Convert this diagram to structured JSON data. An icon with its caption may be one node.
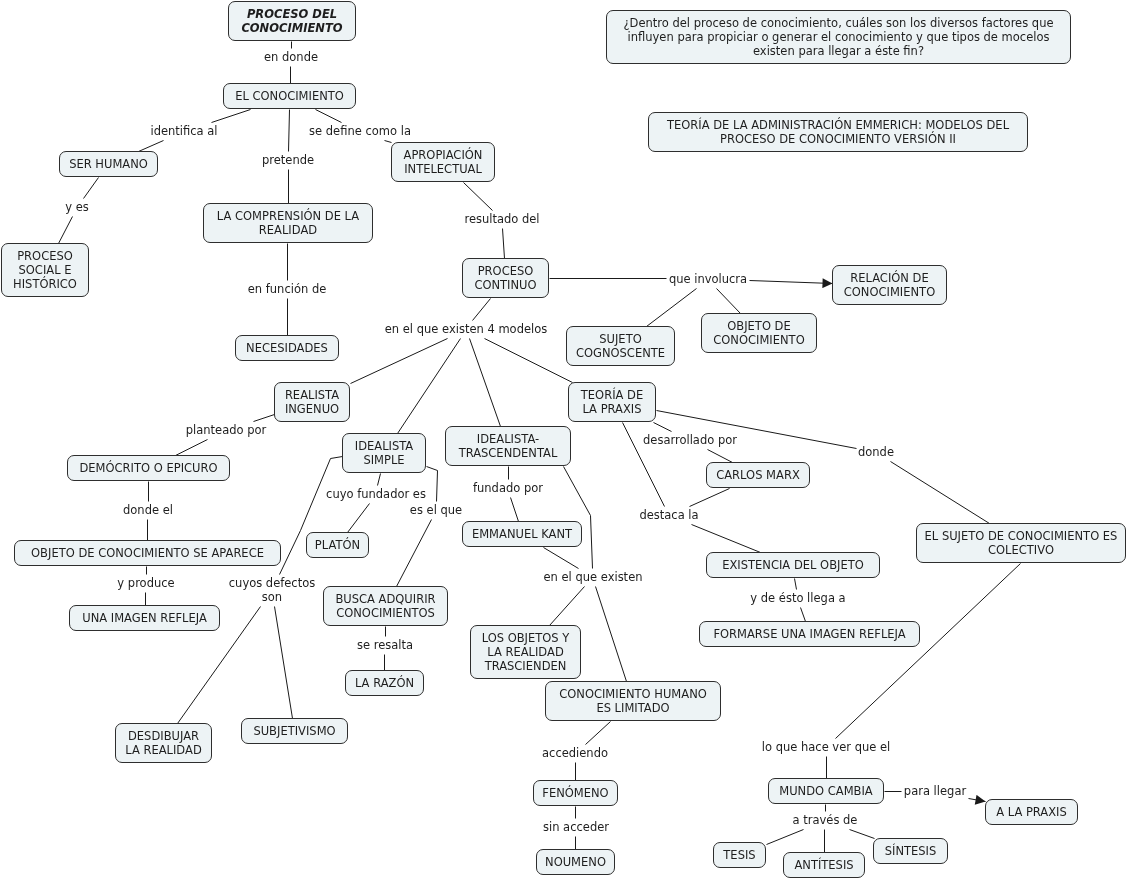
{
  "diagram": {
    "nodes": [
      {
        "text": [
          "PROCESO DEL CONOCIMIENTO"
        ]
      },
      {
        "text": [
          "en donde"
        ]
      },
      {
        "text": [
          "EL CONOCIMIENTO"
        ]
      },
      {
        "text": [
          "¿Dentro del proceso de conocimiento, cuáles son los diversos factores que influyen para propiciar o generar el conocimiento y que tipos de mocelos existen para llegar a éste fin?"
        ]
      },
      {
        "text": [
          "TEORÍA DE LA ADMINISTRACIÓN EMMERICH: MODELOS DEL PROCESO DE CONOCIMIENTO VERSIÓN II"
        ]
      },
      {
        "text": [
          "identifica al"
        ]
      },
      {
        "text": [
          "se define como la"
        ]
      },
      {
        "text": [
          "SER HUMANO"
        ]
      },
      {
        "text": [
          "pretende"
        ]
      },
      {
        "text": [
          "APROPIACIÓN INTELECTUAL"
        ]
      },
      {
        "text": [
          "y es"
        ]
      },
      {
        "text": [
          "LA COMPRENSIÓN DE LA REALIDAD"
        ]
      },
      {
        "text": [
          "resultado del"
        ]
      },
      {
        "text": [
          "PROCESO SOCIAL E HISTÓRICO"
        ]
      },
      {
        "text": [
          "PROCESO CONTINUO"
        ]
      },
      {
        "text": [
          "RELACIÓN DE CONOCIMIENTO"
        ]
      },
      {
        "text": [
          "que involucra"
        ]
      },
      {
        "text": [
          "en función de"
        ]
      },
      {
        "text": [
          "OBJETO DE CONOCIMIENTO"
        ]
      },
      {
        "text": [
          "en el que existen 4 modelos"
        ]
      },
      {
        "text": [
          "SUJETO COGNOSCENTE"
        ]
      },
      {
        "text": [
          "NECESIDADES"
        ]
      },
      {
        "text": [
          "REALISTA INGENUO"
        ]
      },
      {
        "text": [
          "TEORÍA DE LA PRAXIS"
        ]
      },
      {
        "text": [
          "IDEALISTA-TRASCENDENTAL"
        ]
      },
      {
        "text": [
          "planteado por"
        ]
      },
      {
        "text": [
          "IDEALISTA SIMPLE"
        ]
      },
      {
        "text": [
          "desarrollado por"
        ]
      },
      {
        "text": [
          "donde"
        ]
      },
      {
        "text": [
          "DEMÓCRITO O EPICURO"
        ]
      },
      {
        "text": [
          "CARLOS MARX"
        ]
      },
      {
        "text": [
          "fundado por"
        ]
      },
      {
        "text": [
          "cuyo fundador es"
        ]
      },
      {
        "text": [
          "donde el"
        ]
      },
      {
        "text": [
          "destaca la"
        ]
      },
      {
        "text": [
          "es el que"
        ]
      },
      {
        "text": [
          "EMMANUEL KANT"
        ]
      },
      {
        "text": [
          "EL SUJETO DE CONOCIMIENTO ES COLECTIVO"
        ]
      },
      {
        "text": [
          "PLATÓN"
        ]
      },
      {
        "text": [
          "OBJETO DE CONOCIMIENTO SE APARECE"
        ]
      },
      {
        "text": [
          "EXISTENCIA DEL OBJETO"
        ]
      },
      {
        "text": [
          "en el que existen"
        ]
      },
      {
        "text": [
          "y produce"
        ]
      },
      {
        "text": [
          "cuyos defectos son"
        ]
      },
      {
        "text": [
          "BUSCA ADQUIRIR CONOCIMIENTOS"
        ]
      },
      {
        "text": [
          "y de ésto llega a"
        ]
      },
      {
        "text": [
          "UNA IMAGEN REFLEJA"
        ]
      },
      {
        "text": [
          "FORMARSE UNA IMAGEN REFLEJA"
        ]
      },
      {
        "text": [
          "LOS OBJETOS Y LA REALIDAD TRASCIENDEN"
        ]
      },
      {
        "text": [
          "se resalta"
        ]
      },
      {
        "text": [
          "LA RAZÓN"
        ]
      },
      {
        "text": [
          "CONOCIMIENTO HUMANO ES LIMITADO"
        ]
      },
      {
        "text": [
          "SUBJETIVISMO"
        ]
      },
      {
        "text": [
          "DESDIBUJAR LA REALIDAD"
        ]
      },
      {
        "text": [
          "lo que hace ver que el"
        ]
      },
      {
        "text": [
          "accediendo"
        ]
      },
      {
        "text": [
          "MUNDO CAMBIA"
        ]
      },
      {
        "text": [
          "FENÓMENO"
        ]
      },
      {
        "text": [
          "para llegar"
        ]
      },
      {
        "text": [
          "A LA PRAXIS"
        ]
      },
      {
        "text": [
          "a través de"
        ]
      },
      {
        "text": [
          "sin acceder"
        ]
      },
      {
        "text": [
          "SÍNTESIS"
        ]
      },
      {
        "text": [
          "TESIS"
        ]
      },
      {
        "text": [
          "NOUMENO"
        ]
      },
      {
        "text": [
          "ANTÍTESIS"
        ]
      }
    ],
    "edges": [
      {
        "from": 0,
        "to": 1,
        "arrow": "none"
      },
      {
        "from": 1,
        "to": 2,
        "arrow": "none"
      },
      {
        "from": 2,
        "to": 5,
        "arrow": "none"
      },
      {
        "from": 5,
        "to": 7,
        "arrow": "none"
      },
      {
        "from": 2,
        "to": 8,
        "arrow": "none"
      },
      {
        "from": 8,
        "to": 11,
        "arrow": "none"
      },
      {
        "from": 2,
        "to": 6,
        "arrow": "none"
      },
      {
        "from": 6,
        "to": 9,
        "arrow": "none"
      },
      {
        "from": 7,
        "to": 10,
        "arrow": "none"
      },
      {
        "from": 10,
        "to": 13,
        "arrow": "none"
      },
      {
        "from": 11,
        "to": 17,
        "arrow": "none"
      },
      {
        "from": 17,
        "to": 21,
        "arrow": "none"
      },
      {
        "from": 9,
        "to": 12,
        "arrow": "none"
      },
      {
        "from": 12,
        "to": 14,
        "arrow": "none"
      },
      {
        "from": 14,
        "to": 16,
        "arrow": "none"
      },
      {
        "from": 16,
        "to": 15,
        "arrow": "to"
      },
      {
        "from": 16,
        "to": 20,
        "arrow": "none"
      },
      {
        "from": 16,
        "to": 18,
        "arrow": "none"
      },
      {
        "from": 14,
        "to": 19,
        "arrow": "none"
      },
      {
        "from": 19,
        "to": 22,
        "arrow": "none"
      },
      {
        "from": 19,
        "to": 26,
        "arrow": "none"
      },
      {
        "from": 19,
        "to": 24,
        "arrow": "none"
      },
      {
        "from": 19,
        "to": 23,
        "arrow": "none"
      },
      {
        "from": 22,
        "to": 25,
        "arrow": "none"
      },
      {
        "from": 25,
        "to": 29,
        "arrow": "none"
      },
      {
        "from": 29,
        "to": 33,
        "arrow": "none"
      },
      {
        "from": 33,
        "to": 39,
        "arrow": "none"
      },
      {
        "from": 39,
        "to": 42,
        "arrow": "none"
      },
      {
        "from": 42,
        "to": 46,
        "arrow": "none"
      },
      {
        "from": 26,
        "to": 32,
        "arrow": "none"
      },
      {
        "from": 32,
        "to": 38,
        "arrow": "none"
      },
      {
        "from": 26,
        "to": 43,
        "arrow": "none"
      },
      {
        "from": 26,
        "to": 35,
        "arrow": "none"
      },
      {
        "from": 35,
        "to": 44,
        "arrow": "none"
      },
      {
        "from": 44,
        "to": 49,
        "arrow": "none"
      },
      {
        "from": 49,
        "to": 50,
        "arrow": "none"
      },
      {
        "from": 43,
        "to": 53,
        "arrow": "none"
      },
      {
        "from": 43,
        "to": 52,
        "arrow": "none"
      },
      {
        "from": 24,
        "to": 31,
        "arrow": "none"
      },
      {
        "from": 31,
        "to": 36,
        "arrow": "none"
      },
      {
        "from": 24,
        "to": 41,
        "arrow": "none"
      },
      {
        "from": 36,
        "to": 41,
        "arrow": "none"
      },
      {
        "from": 41,
        "to": 48,
        "arrow": "none"
      },
      {
        "from": 41,
        "to": 51,
        "arrow": "none"
      },
      {
        "from": 51,
        "to": 55,
        "arrow": "none"
      },
      {
        "from": 55,
        "to": 57,
        "arrow": "none"
      },
      {
        "from": 57,
        "to": 61,
        "arrow": "none"
      },
      {
        "from": 61,
        "to": 64,
        "arrow": "none"
      },
      {
        "from": 23,
        "to": 27,
        "arrow": "none"
      },
      {
        "from": 27,
        "to": 30,
        "arrow": "none"
      },
      {
        "from": 23,
        "to": 34,
        "arrow": "none"
      },
      {
        "from": 30,
        "to": 34,
        "arrow": "none"
      },
      {
        "from": 34,
        "to": 40,
        "arrow": "none"
      },
      {
        "from": 40,
        "to": 45,
        "arrow": "none"
      },
      {
        "from": 45,
        "to": 47,
        "arrow": "none"
      },
      {
        "from": 23,
        "to": 28,
        "arrow": "none"
      },
      {
        "from": 28,
        "to": 37,
        "arrow": "none"
      },
      {
        "from": 37,
        "to": 54,
        "arrow": "none"
      },
      {
        "from": 54,
        "to": 56,
        "arrow": "none"
      },
      {
        "from": 56,
        "to": 58,
        "arrow": "none"
      },
      {
        "from": 58,
        "to": 59,
        "arrow": "to"
      },
      {
        "from": 56,
        "to": 60,
        "arrow": "none"
      },
      {
        "from": 60,
        "to": 63,
        "arrow": "none"
      },
      {
        "from": 60,
        "to": 65,
        "arrow": "none"
      },
      {
        "from": 60,
        "to": 62,
        "arrow": "none"
      }
    ]
  }
}
